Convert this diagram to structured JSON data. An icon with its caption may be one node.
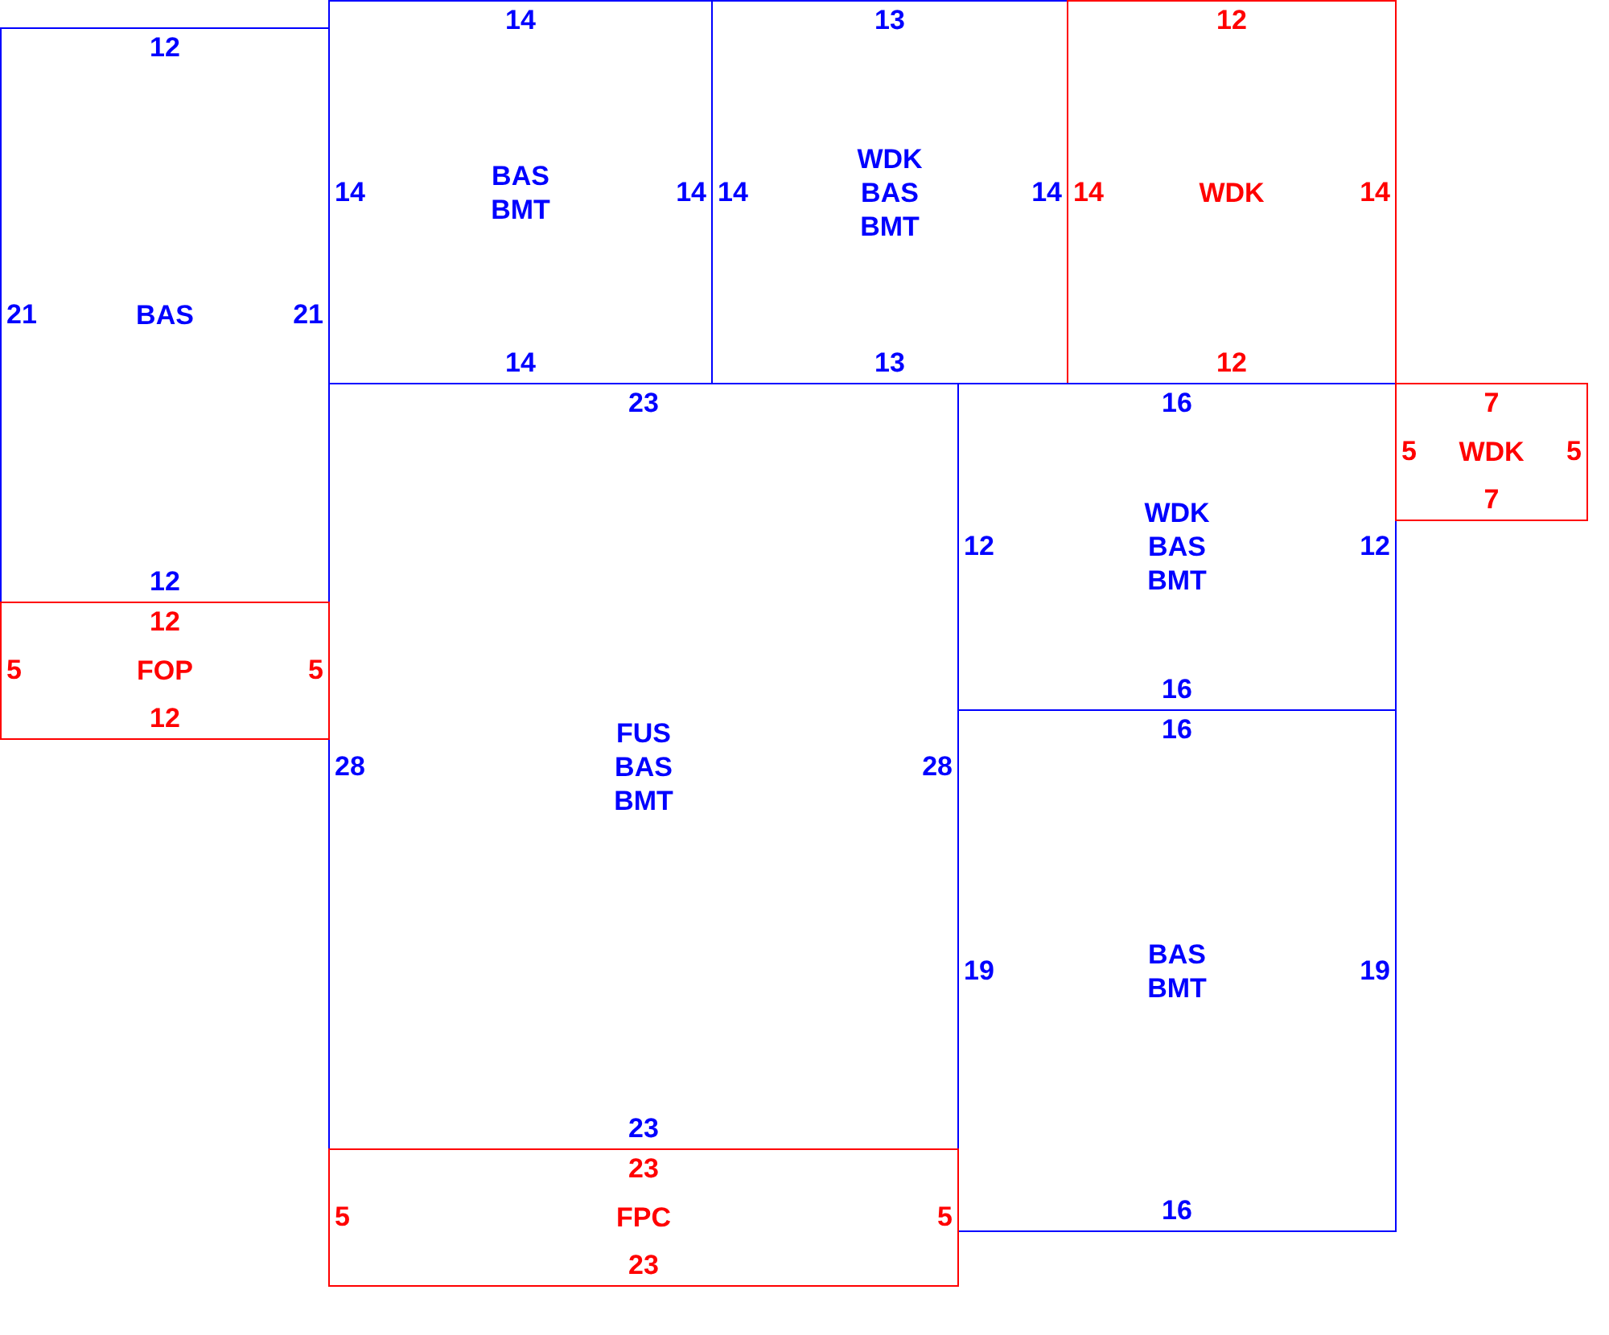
{
  "diagram": {
    "nodes": [
      {
        "text": [
          "14",
          "14",
          "BAS",
          "BMT",
          "14",
          "14"
        ]
      },
      {
        "text": [
          "13",
          "14",
          "WDK",
          "BAS",
          "BMT",
          "14",
          "13"
        ]
      },
      {
        "text": [
          "12",
          "14",
          "WDK",
          "14",
          "12"
        ]
      },
      {
        "text": [
          "12",
          "21",
          "BAS",
          "21",
          "12"
        ]
      },
      {
        "text": [
          "23",
          "28",
          "FUS",
          "BAS",
          "BMT",
          "28",
          "23"
        ]
      },
      {
        "text": [
          "16",
          "12",
          "WDK",
          "BAS",
          "BMT",
          "12",
          "16"
        ]
      },
      {
        "text": [
          "7",
          "5",
          "WDK",
          "5",
          "7"
        ]
      },
      {
        "text": [
          "12",
          "5",
          "FOP",
          "5",
          "12"
        ]
      },
      {
        "text": [
          "16",
          "19",
          "BAS",
          "BMT",
          "19",
          "16"
        ]
      },
      {
        "text": [
          "23",
          "5",
          "FPC",
          "5",
          "23"
        ]
      }
    ]
  }
}
